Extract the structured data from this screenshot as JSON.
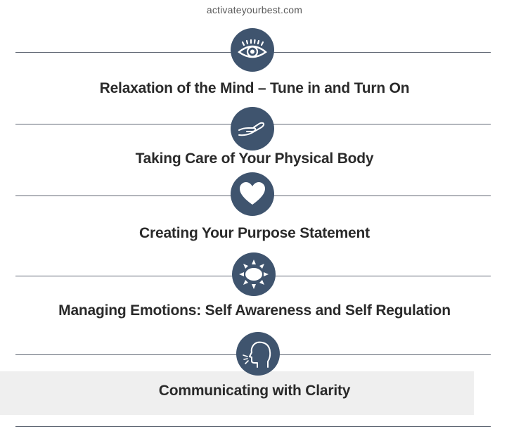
{
  "site": "activateyourbest.com",
  "colors": {
    "badge": "#3f546e",
    "line": "#5f6673",
    "heading": "#2a2a2a",
    "highlight": "#efefef"
  },
  "steps": [
    {
      "icon": "eye-icon",
      "title": "Relaxation of the Mind – Tune in and Turn On"
    },
    {
      "icon": "open-hand-icon",
      "title": "Taking Care of Your Physical Body"
    },
    {
      "icon": "heart-icon",
      "title": "Creating Your Purpose Statement"
    },
    {
      "icon": "sun-icon",
      "title": "Managing Emotions: Self Awareness and Self Regulation"
    },
    {
      "icon": "speaking-head-icon",
      "title": "Communicating with Clarity"
    }
  ]
}
